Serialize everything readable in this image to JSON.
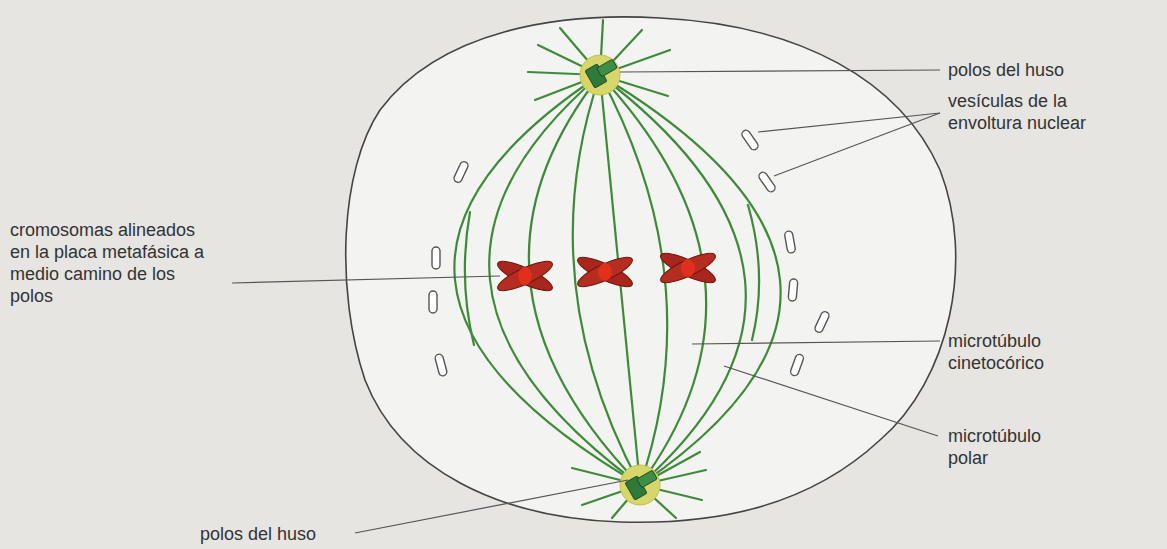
{
  "diagram": {
    "labels": [
      "polos del huso",
      "vesículas de la envoltura nuclear",
      "cromosomas alineados en la placa metafásica a medio camino de los polos",
      "microtúbulo cinetocórico",
      "microtúbulo polar",
      "polos del huso"
    ]
  }
}
